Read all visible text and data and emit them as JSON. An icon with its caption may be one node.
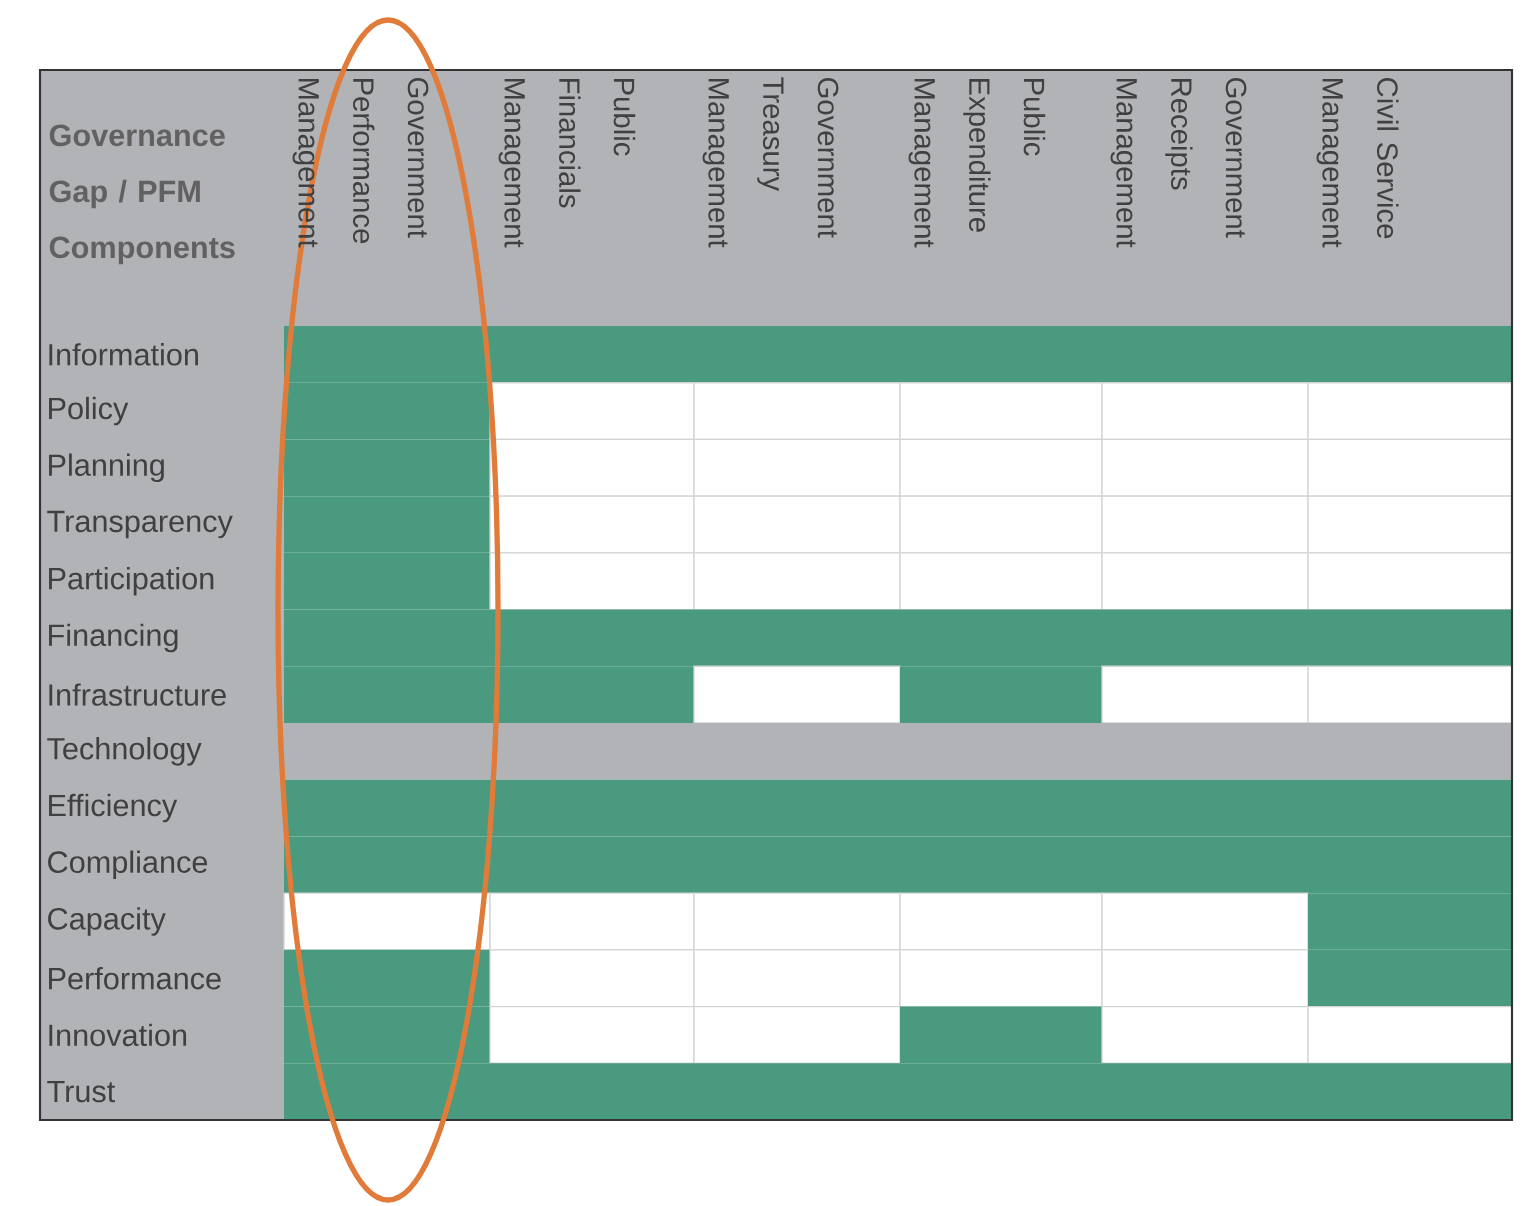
{
  "diagram": {
    "labels": [
      "Governance Gap / PFM Components",
      "Government Performance Management",
      "Public Financials Management",
      "Government Treasury Management",
      "Public Expenditure Management",
      "Government Receipts Management",
      "Civil Service Management",
      "Information",
      "Policy",
      "Planning",
      "Transparency",
      "Participation",
      "Financing",
      "Infrastructure",
      "Technology",
      "Efficiency",
      "Compliance",
      "Capacity",
      "Performance",
      "Innovation",
      "Trust"
    ]
  }
}
